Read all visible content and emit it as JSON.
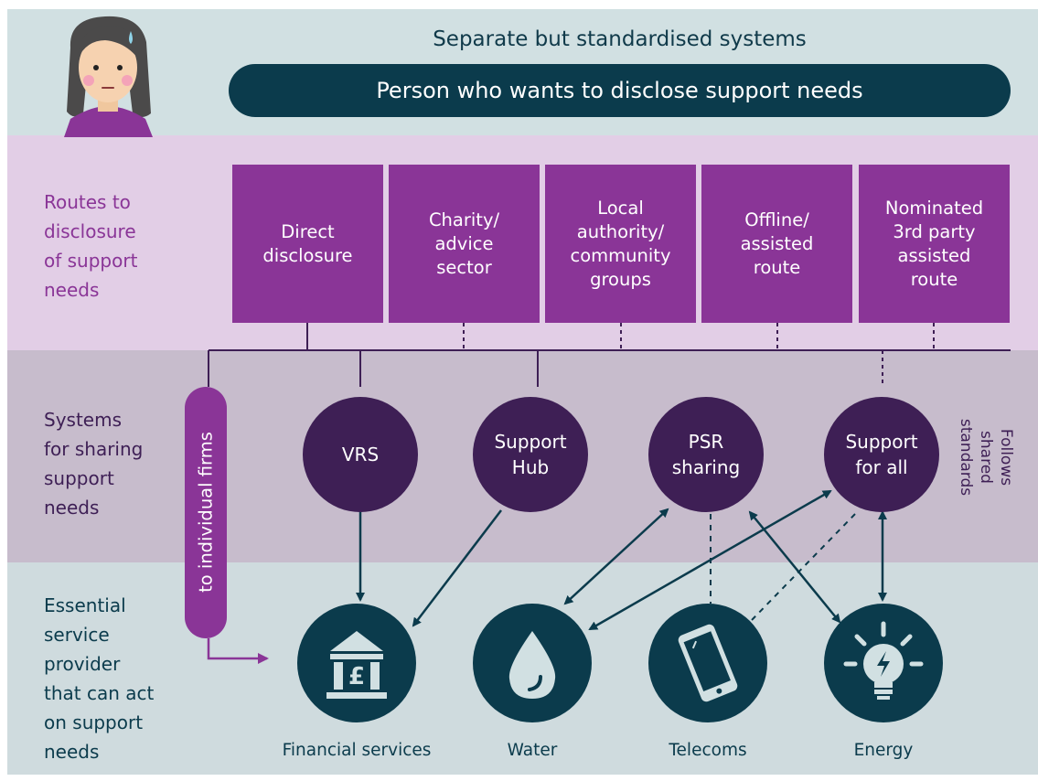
{
  "title": "Separate but standardised systems",
  "person": "Person who wants to disclose support needs",
  "rows": {
    "routes": "Routes to\ndisclosure\nof support\nneeds",
    "systems": "Systems\nfor sharing\nsupport\nneeds",
    "providers": "Essential\nservice\nprovider\nthat can act\non support\nneeds"
  },
  "routes": [
    {
      "label": "Direct\ndisclosure"
    },
    {
      "label": "Charity/\nadvice\nsector"
    },
    {
      "label": "Local\nauthority/\ncommunity\ngroups"
    },
    {
      "label": "Offline/\nassisted\nroute"
    },
    {
      "label": "Nominated\n3rd party\nassisted\nroute"
    }
  ],
  "systems": [
    {
      "label": "VRS"
    },
    {
      "label": "Support\nHub"
    },
    {
      "label": "PSR\nsharing"
    },
    {
      "label": "Support\nfor all"
    }
  ],
  "providers": [
    {
      "label": "Financial services",
      "icon": "bank-icon"
    },
    {
      "label": "Water",
      "icon": "water-drop-icon"
    },
    {
      "label": "Telecoms",
      "icon": "phone-icon"
    },
    {
      "label": "Energy",
      "icon": "lightbulb-icon"
    }
  ],
  "side_labels": {
    "to_firms": "to individual firms",
    "follows": "Follows\nshared standards"
  },
  "colors": {
    "purple": "#8a3597",
    "dark_purple": "#3e1f55",
    "navy": "#0b3b4c",
    "light_blue": "#d1e0e2",
    "light_purple": "#e2cee6"
  }
}
